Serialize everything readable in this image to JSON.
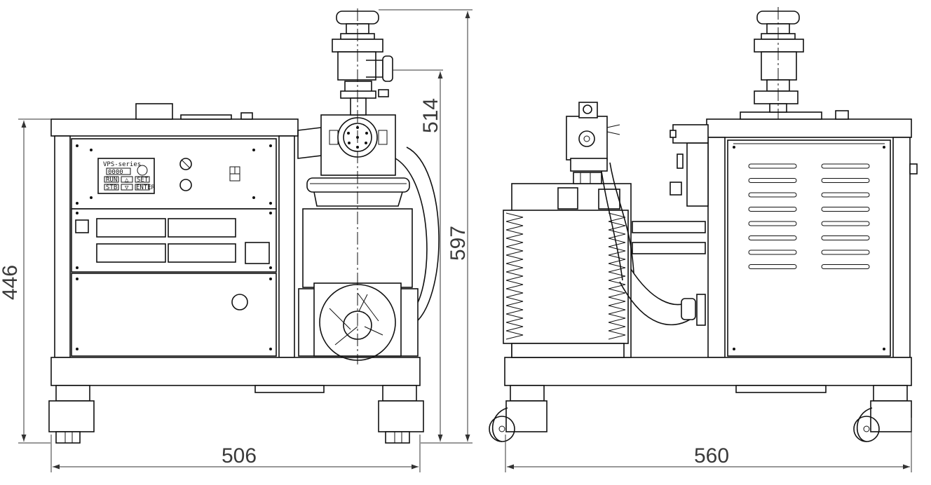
{
  "dimensions": {
    "front_width": "506",
    "side_width": "560",
    "front_frame_height": "446",
    "overall_height": "597",
    "valve_height": "514"
  },
  "controller": {
    "series_label": "VPS-series",
    "lcd_value": "0000",
    "key_labels": [
      "RUN",
      "△",
      "SET",
      "STB",
      "▽",
      "ENTER"
    ]
  }
}
